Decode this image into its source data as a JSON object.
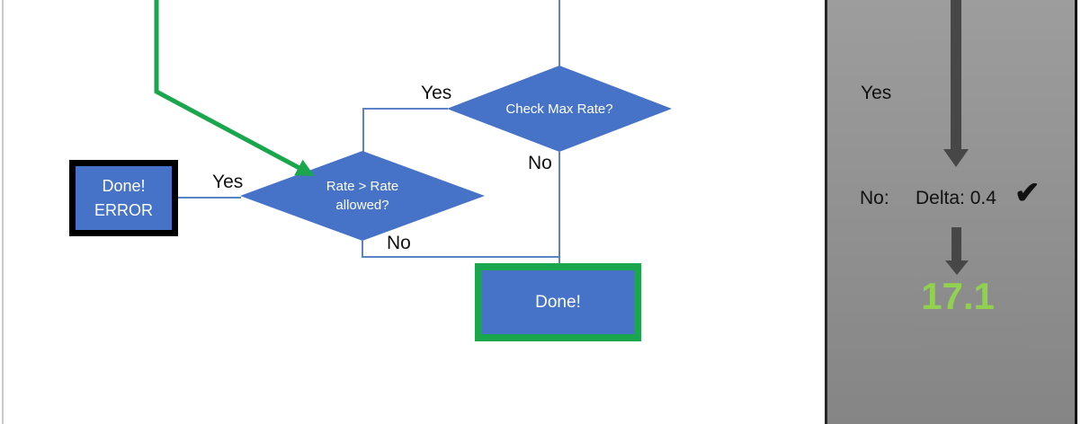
{
  "colors": {
    "blue": "#4673c8",
    "connector": "#5b84c8",
    "green": "#1aa64d",
    "result-green": "#92d050",
    "arrow-gray": "#474747",
    "panel-top": "#9d9d9d",
    "panel-bottom": "#858585",
    "text-dark": "#111111"
  },
  "flowchart": {
    "check_max_rate": {
      "label": "Check Max Rate?"
    },
    "rate_allowed": {
      "label": "Rate > Rate allowed?"
    },
    "done_error": {
      "line1": "Done!",
      "line2": "ERROR"
    },
    "done": {
      "label": "Done!"
    },
    "edges": {
      "check_yes": "Yes",
      "check_no": "No",
      "rate_yes": "Yes",
      "rate_no": "No"
    }
  },
  "panel": {
    "yes_label": "Yes",
    "no_label": "No:",
    "delta_value": "Delta: 0.4",
    "checkmark": "✔",
    "result": "17.1"
  }
}
